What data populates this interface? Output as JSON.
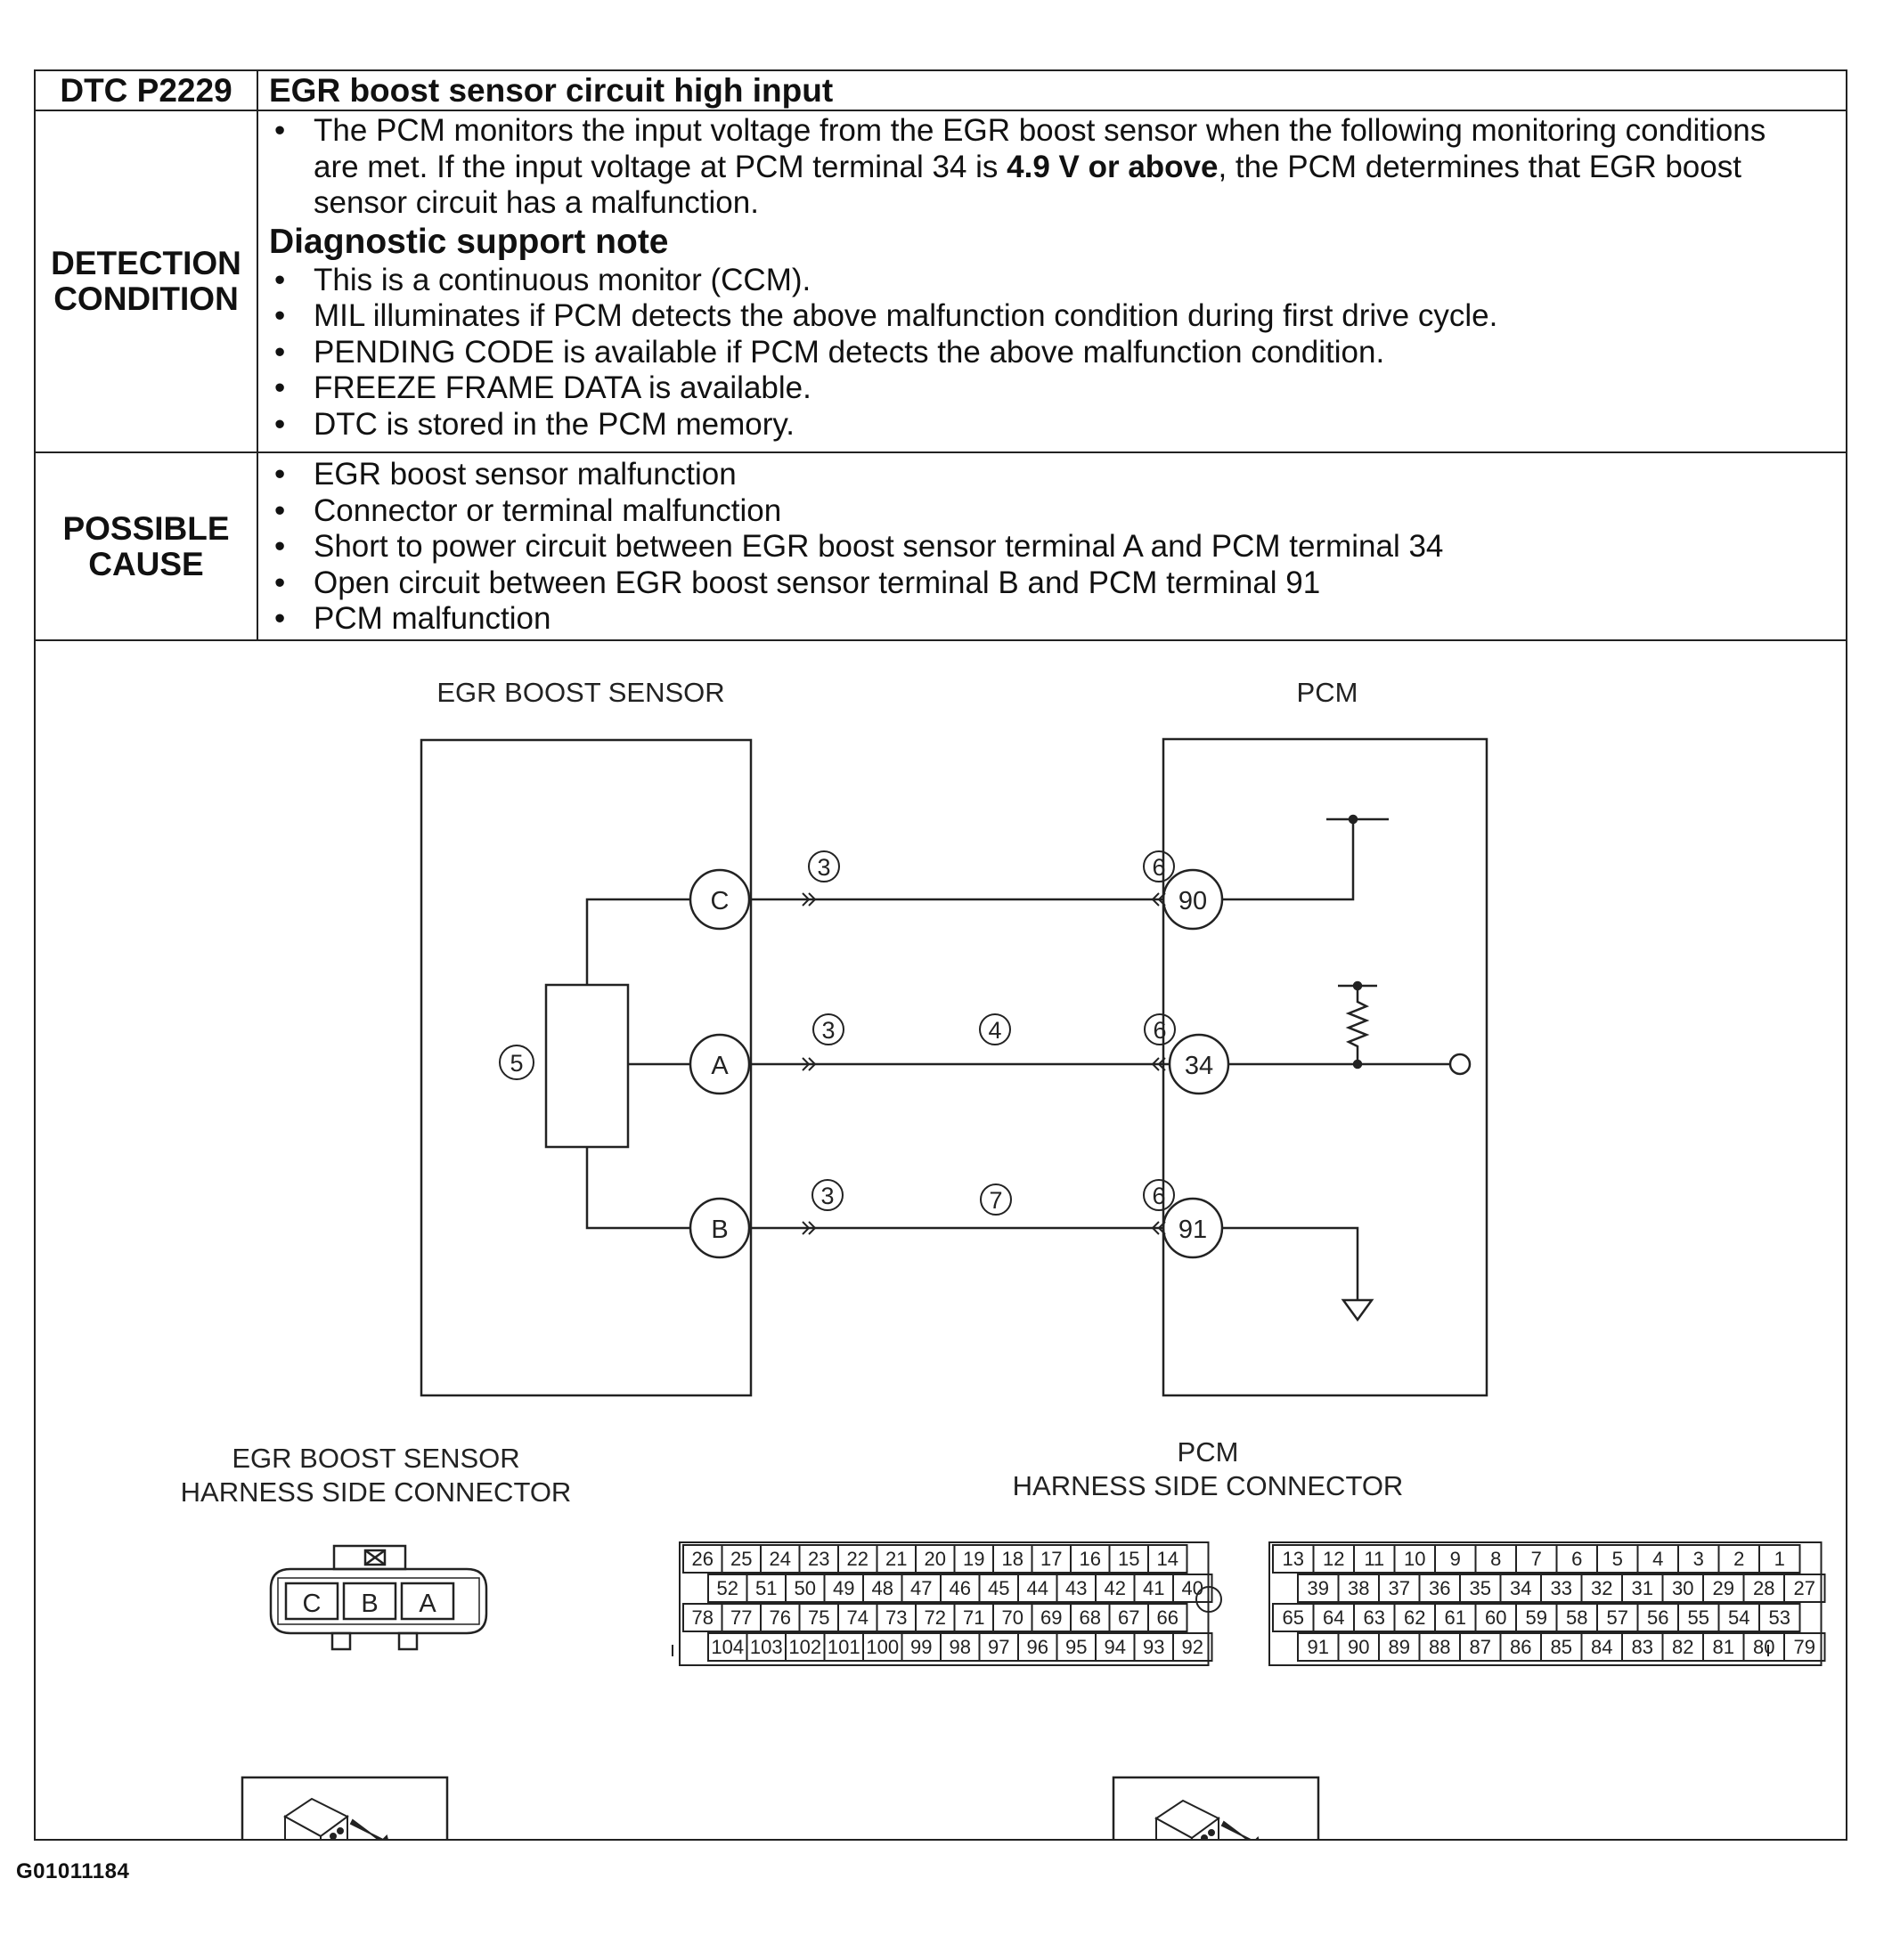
{
  "header": {
    "dtc_code": "DTC P2229",
    "dtc_title": "EGR boost sensor circuit high input"
  },
  "detection_condition": {
    "label_line1": "DETECTION",
    "label_line2": "CONDITION",
    "intro_lines": [
      "The PCM monitors the input voltage from the EGR boost sensor when the following monitoring conditions",
      "are met. If the input voltage at PCM terminal 34 is ",
      "4.9 V or above",
      ", the PCM determines that EGR boost",
      "sensor circuit has a malfunction."
    ],
    "note_title": "Diagnostic support note",
    "notes": [
      "This is a continuous monitor (CCM).",
      "MIL illuminates if PCM detects the above malfunction condition during first drive cycle.",
      "PENDING CODE is available if PCM detects the above malfunction condition.",
      "FREEZE FRAME DATA is available.",
      "DTC is stored in the PCM memory."
    ]
  },
  "possible_cause": {
    "label_line1": "POSSIBLE",
    "label_line2": "CAUSE",
    "items": [
      "EGR boost sensor malfunction",
      "Connector or terminal malfunction",
      "Short to power circuit between EGR boost sensor terminal A and PCM terminal 34",
      "Open circuit between EGR boost sensor terminal B and PCM terminal 91",
      "PCM malfunction"
    ]
  },
  "diagram": {
    "sensor_title": "EGR BOOST SENSOR",
    "pcm_title": "PCM",
    "sensor_terminals": [
      "C",
      "A",
      "B"
    ],
    "pcm_terminals": [
      "90",
      "34",
      "91"
    ],
    "callouts": {
      "connector_sensor": "3",
      "wire_a": "4",
      "sensor_body": "5",
      "connector_pcm": "6",
      "wire_b": "7"
    },
    "sensor_connector_title_1": "EGR BOOST SENSOR",
    "sensor_connector_title_2": "HARNESS SIDE CONNECTOR",
    "sensor_connector_pins": [
      "C",
      "B",
      "A"
    ],
    "pcm_connector_title_1": "PCM",
    "pcm_connector_title_2": "HARNESS SIDE CONNECTOR",
    "pcm_left_rows": [
      [
        "26",
        "25",
        "24",
        "23",
        "22",
        "21",
        "20",
        "19",
        "18",
        "17",
        "16",
        "15",
        "14"
      ],
      [
        "52",
        "51",
        "50",
        "49",
        "48",
        "47",
        "46",
        "45",
        "44",
        "43",
        "42",
        "41",
        "40"
      ],
      [
        "78",
        "77",
        "76",
        "75",
        "74",
        "73",
        "72",
        "71",
        "70",
        "69",
        "68",
        "67",
        "66"
      ],
      [
        "104",
        "103",
        "102",
        "101",
        "100",
        "99",
        "98",
        "97",
        "96",
        "95",
        "94",
        "93",
        "92"
      ]
    ],
    "pcm_right_rows": [
      [
        "13",
        "12",
        "11",
        "10",
        "9",
        "8",
        "7",
        "6",
        "5",
        "4",
        "3",
        "2",
        "1"
      ],
      [
        "39",
        "38",
        "37",
        "36",
        "35",
        "34",
        "33",
        "32",
        "31",
        "30",
        "29",
        "28",
        "27"
      ],
      [
        "65",
        "64",
        "63",
        "62",
        "61",
        "60",
        "59",
        "58",
        "57",
        "56",
        "55",
        "54",
        "53"
      ],
      [
        "91",
        "90",
        "89",
        "88",
        "87",
        "86",
        "85",
        "84",
        "83",
        "82",
        "81",
        "80",
        "79"
      ]
    ]
  },
  "figure_id": "G01011184"
}
